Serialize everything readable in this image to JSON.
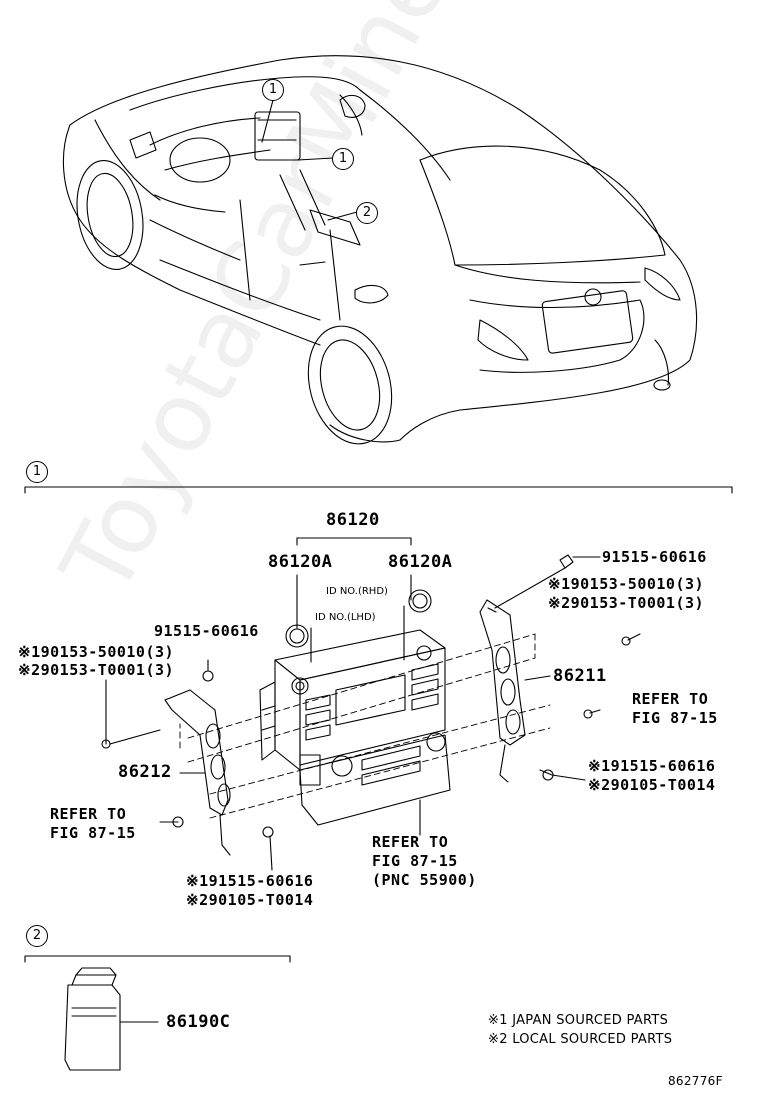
{
  "watermark": "ToyotaCarMine.ru",
  "callouts": {
    "circle_1": "1",
    "circle_2": "2"
  },
  "section1": {
    "assembly": "86120",
    "knob_left": "86120A",
    "knob_right": "86120A",
    "id_rhd": "ID NO.(RHD)",
    "id_lhd": "ID NO.(LHD)",
    "right_screw": "91515-60616",
    "right_j1": "※190153-50010(3)",
    "right_j2": "※290153-T0001(3)",
    "right_bracket": "86211",
    "right_refer_1": "REFER TO",
    "right_refer_2": "FIG 87-15",
    "right_bottom_1": "※191515-60616",
    "right_bottom_2": "※290105-T0014",
    "left_screw": "91515-60616",
    "left_j1": "※190153-50010(3)",
    "left_j2": "※290153-T0001(3)",
    "left_bracket": "86212",
    "left_refer_1": "REFER TO",
    "left_refer_2": "FIG 87-15",
    "left_bottom_1": "※191515-60616",
    "left_bottom_2": "※290105-T0014",
    "center_refer_1": "REFER TO",
    "center_refer_2": "FIG 87-15",
    "center_refer_3": "(PNC 55900)"
  },
  "section2": {
    "part": "86190C"
  },
  "legend": {
    "japan": "※1 JAPAN SOURCED PARTS",
    "local": "※2 LOCAL SOURCED PARTS"
  },
  "figure_code": "862776F"
}
